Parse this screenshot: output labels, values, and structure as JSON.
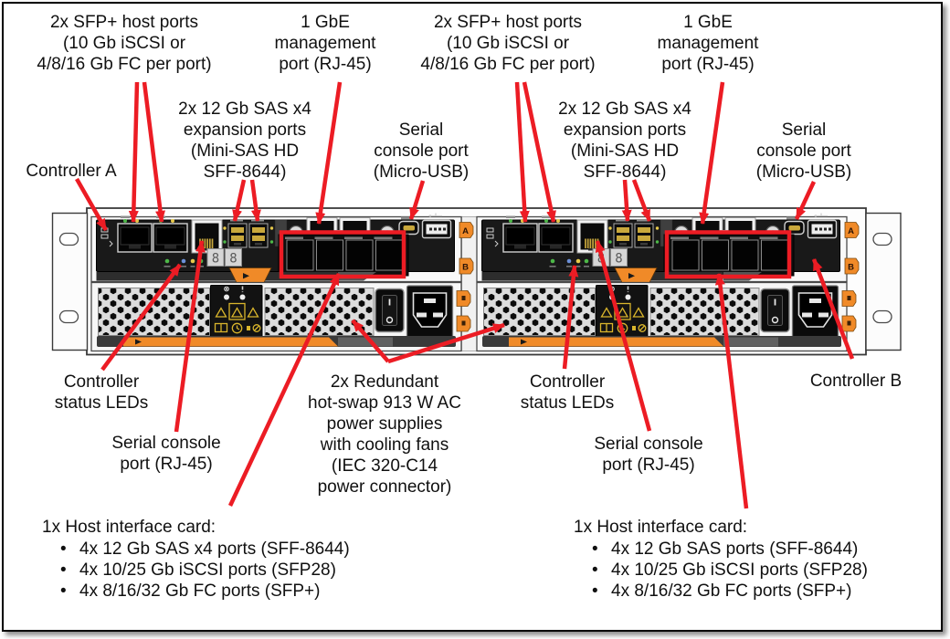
{
  "colors": {
    "arrow_red": "#ec1c24",
    "latch_orange": "#f08a28",
    "led_green": "#4db848",
    "led_amber": "#e6c84a",
    "led_blue": "#6b8fd8",
    "warning_yellow": "#d9b52c",
    "gold": "#c9a83c"
  },
  "callouts": {
    "sfp_a": "2x SFP+ host ports\n(10 Gb iSCSI or\n4/8/16 Gb FC per port)",
    "mgmt_a": "1 GbE\nmanagement\nport (RJ-45)",
    "sfp_b": "2x SFP+ host ports\n(10 Gb iSCSI or\n4/8/16 Gb FC per port)",
    "mgmt_b": "1 GbE\nmanagement\nport (RJ-45)",
    "sas_a": "2x 12 Gb SAS x4\nexpansion ports\n(Mini-SAS HD\nSFF-8644)",
    "usb_a": "Serial\nconsole port\n(Micro-USB)",
    "sas_b": "2x 12 Gb SAS x4\nexpansion ports\n(Mini-SAS HD\nSFF-8644)",
    "usb_b": "Serial\nconsole port\n(Micro-USB)",
    "controller_a": "Controller A",
    "controller_b": "Controller B",
    "status_a": "Controller\nstatus LEDs",
    "status_b": "Controller\nstatus LEDs",
    "serial_a": "Serial console\nport (RJ-45)",
    "serial_b": "Serial console\nport (RJ-45)",
    "psu": "2x Redundant\nhot-swap 913 W AC\npower supplies\nwith cooling fans\n(IEC 320-C14\npower connector)"
  },
  "hic_left": {
    "title": "1x Host interface card:",
    "items": [
      "4x 12 Gb SAS x4 ports (SFF-8644)",
      "4x 10/25 Gb iSCSI ports (SFP28)",
      "4x 8/16/32 Gb FC ports (SFP+)"
    ]
  },
  "hic_right": {
    "title": "1x Host interface card:",
    "items": [
      "4x 12 Gb SAS ports (SFF-8644)",
      "4x 10/25 Gb iSCSI ports (SFP28)",
      "4x 8/16/32 Gb FC ports (SFP+)"
    ]
  },
  "enclosure": {
    "slot_tag_a": "A",
    "slot_tag_b": "B",
    "display_digits": [
      "8",
      "8"
    ]
  }
}
